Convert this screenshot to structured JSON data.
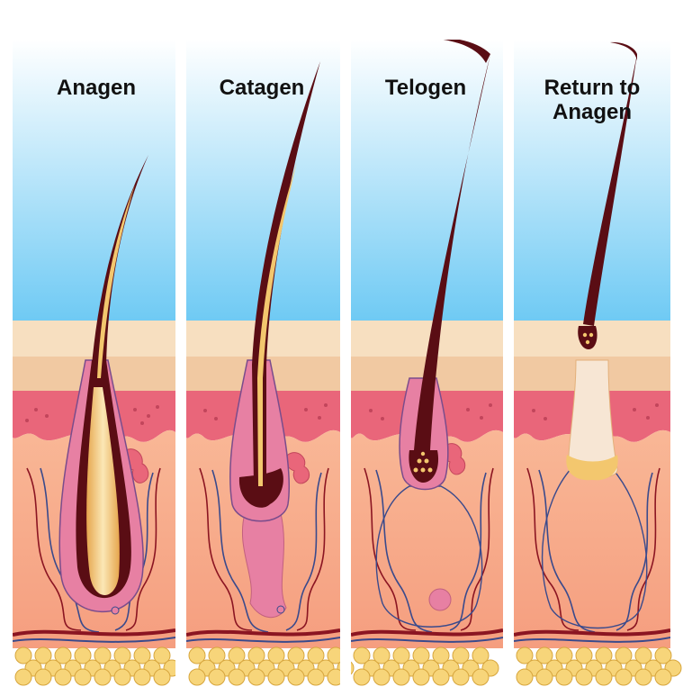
{
  "panels": [
    {
      "title": "Anagen"
    },
    {
      "title": "Catagen"
    },
    {
      "title": "Telogen"
    },
    {
      "title": "Return to\nAnagen"
    }
  ],
  "colors": {
    "sky_top": "#ffffff",
    "sky_bottom": "#6fcaf4",
    "epidermis": "#f7dfc0",
    "epidermis_lower": "#f1c9a2",
    "dermis_pink": "#e9667a",
    "dermis_lower": "#f7a98a",
    "fat": "#f7d57a",
    "fat_outline": "#d7a63e",
    "hair": "#5a0d14",
    "hair_highlight": "#f3c76e",
    "vessel_red": "#8b1522",
    "vessel_blue": "#3a4a8c",
    "follicle_pink": "#e780a3"
  }
}
